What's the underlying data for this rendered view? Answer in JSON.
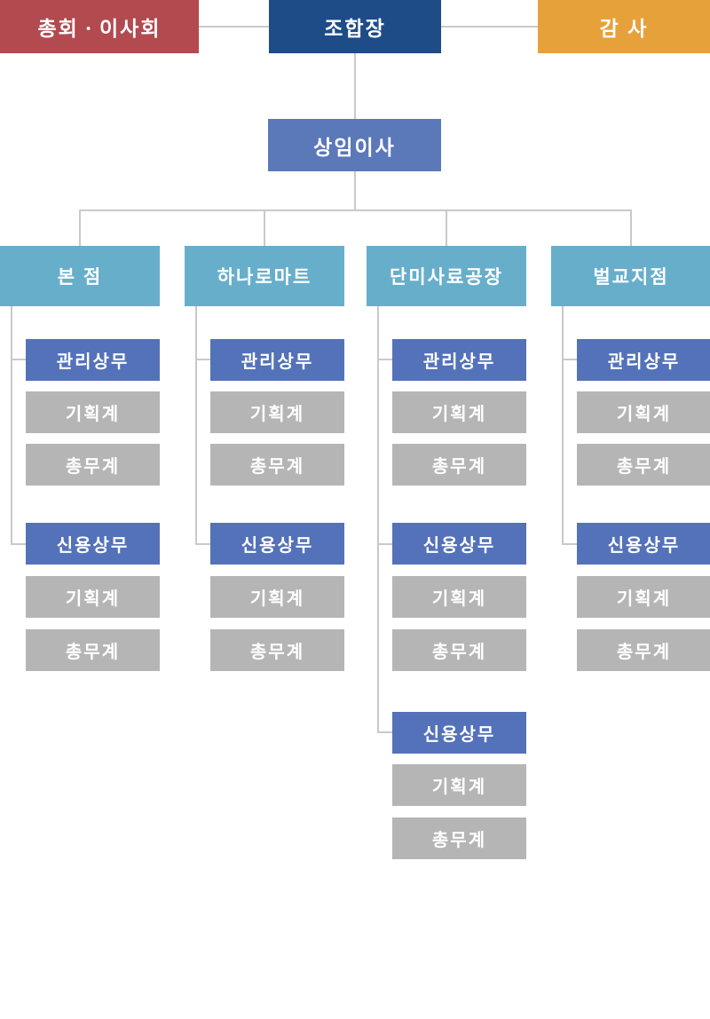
{
  "colors": {
    "assembly": "#b24a4f",
    "chairman": "#1d4c87",
    "auditor": "#e7a13a",
    "executive": "#5b78b8",
    "branch": "#67aecb",
    "director": "#5472b9",
    "section": "#b5b5b5",
    "line": "#c9c9c9"
  },
  "level1": {
    "assembly": "총회ㆍ이사회",
    "chairman": "조합장",
    "auditor": "감 사"
  },
  "level2": {
    "executive_director": "상임이사"
  },
  "branches": [
    {
      "name": "본 점",
      "groups": [
        {
          "head": "관리상무",
          "members": [
            "기획계",
            "총무계"
          ]
        },
        {
          "head": "신용상무",
          "members": [
            "기획계",
            "총무계"
          ]
        }
      ]
    },
    {
      "name": "하나로마트",
      "groups": [
        {
          "head": "관리상무",
          "members": [
            "기획계",
            "총무계"
          ]
        },
        {
          "head": "신용상무",
          "members": [
            "기획계",
            "총무계"
          ]
        }
      ]
    },
    {
      "name": "단미사료공장",
      "groups": [
        {
          "head": "관리상무",
          "members": [
            "기획계",
            "총무계"
          ]
        },
        {
          "head": "신용상무",
          "members": [
            "기획계",
            "총무계"
          ]
        },
        {
          "head": "신용상무",
          "members": [
            "기획계",
            "총무계"
          ]
        }
      ]
    },
    {
      "name": "벌교지점",
      "groups": [
        {
          "head": "관리상무",
          "members": [
            "기획계",
            "총무계"
          ]
        },
        {
          "head": "신용상무",
          "members": [
            "기획계",
            "총무계"
          ]
        }
      ]
    }
  ]
}
